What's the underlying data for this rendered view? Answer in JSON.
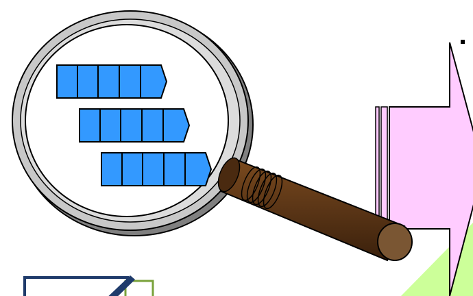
{
  "scene": {
    "background_color": "#ffffff",
    "magnifier": {
      "icon": "magnifying-glass-icon",
      "rim_color": "#b3b3b3",
      "lens_color": "#ffffff",
      "handle_color": "#5a3516"
    },
    "bar_rows": {
      "icon": "segmented-arrow-bars",
      "rows": 3,
      "segments_per_row": 5,
      "fill_color": "#3399ff",
      "stroke_color": "#000000"
    },
    "big_arrow": {
      "icon": "right-arrow-icon",
      "fill_color": "#ffccff"
    },
    "green_triangle": {
      "fill_color": "#ccff99"
    },
    "corner_icon": {
      "icon": "checkbox-check-icon",
      "box_color": "#1f3b6b",
      "mark_color": "#7aa23b"
    }
  }
}
